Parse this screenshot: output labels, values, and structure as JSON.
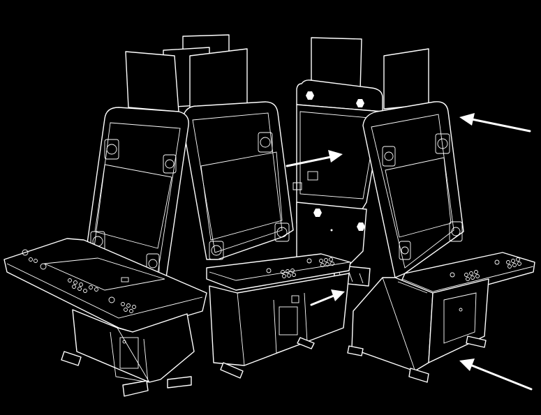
{
  "diagram": {
    "background_color": "#000000",
    "line_color": "#ffffff",
    "subject": "arcade-cabinets",
    "cabinets": [
      {
        "id": "left-cabinet",
        "view": "front-left"
      },
      {
        "id": "middle-cabinet",
        "view": "front"
      },
      {
        "id": "back-cabinet",
        "view": "rear"
      },
      {
        "id": "right-cabinet",
        "view": "front"
      }
    ],
    "arrows": [
      {
        "id": "arrow-top-right",
        "points_to": "right-cabinet-top"
      },
      {
        "id": "arrow-rear-panel",
        "points_to": "back-cabinet-rear-panel"
      },
      {
        "id": "arrow-base-link",
        "points_to": "cabinet-connection"
      },
      {
        "id": "arrow-bottom-right",
        "points_to": "right-cabinet-base"
      }
    ]
  }
}
